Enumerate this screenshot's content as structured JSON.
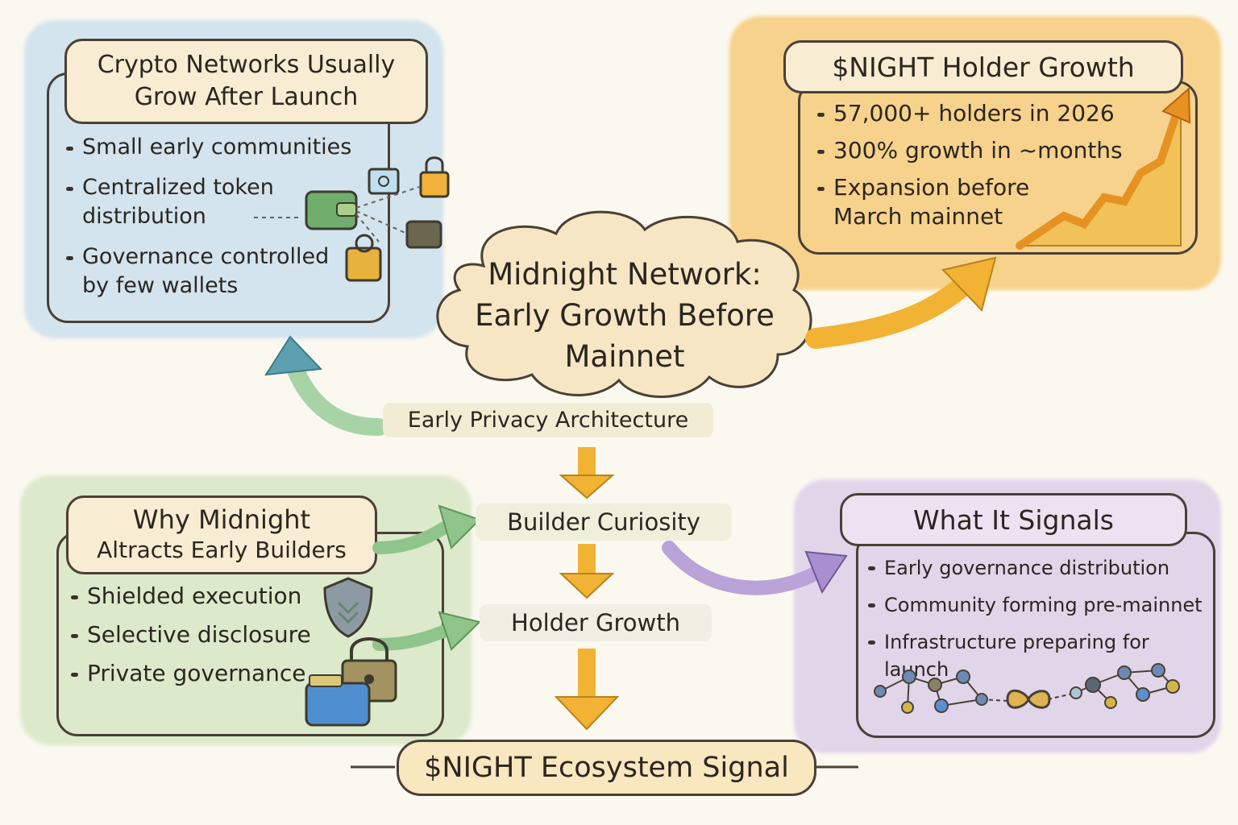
{
  "central": {
    "title_line1": "Midnight Network:",
    "title_line2": "Early Growth Before",
    "title_line3": "Mainnet"
  },
  "top_left": {
    "title_line1": "Crypto Networks Usually",
    "title_line2": "Grow After Launch",
    "bullets": [
      {
        "line1": "Small early communities",
        "line2": ""
      },
      {
        "line1": "Centralized token",
        "line2": "distribution"
      },
      {
        "line1": "Governance controlled",
        "line2": "by few wallets"
      }
    ],
    "icons": [
      "wallet-icon",
      "padlock-icon",
      "safe-icon"
    ]
  },
  "top_right": {
    "title": "$NIGHT Holder Growth",
    "bullets": [
      {
        "line1": "57,000+ holders in 2026",
        "line2": ""
      },
      {
        "line1": "300% growth in ~months",
        "line2": ""
      },
      {
        "line1": "Expansion before",
        "line2": "March mainnet"
      }
    ],
    "icons": [
      "growth-chart-icon"
    ]
  },
  "bottom_left": {
    "title_line1": "Why Midnight",
    "title_line2": "Altracts Early Builders",
    "bullets": [
      "Shielded execution",
      "Selective disclosure",
      "Private governance"
    ],
    "icons": [
      "shield-icon",
      "padlock-icon",
      "wallet-icon"
    ]
  },
  "bottom_right": {
    "title": "What It Signals",
    "bullets": [
      "Early governance distribution",
      "Community forming pre-mainnet",
      "Infrastructure preparing for launch"
    ],
    "icons": [
      "network-graph-icon"
    ]
  },
  "flow": {
    "step1": "Early Privacy Architecture",
    "step2": "Builder Curiosity",
    "step3": "Holder Growth",
    "final": "$NIGHT Ecosystem Signal"
  },
  "colors": {
    "blue_wash": "#cfe2ee",
    "orange_wash": "#f6cf85",
    "green_wash": "#d9e8c6",
    "purple_wash": "#ddd0e8",
    "arrow_orange": "#f2b233",
    "arrow_green": "#8fc48a",
    "arrow_purple": "#a98fcf",
    "arrow_blue": "#5c9fb0"
  }
}
